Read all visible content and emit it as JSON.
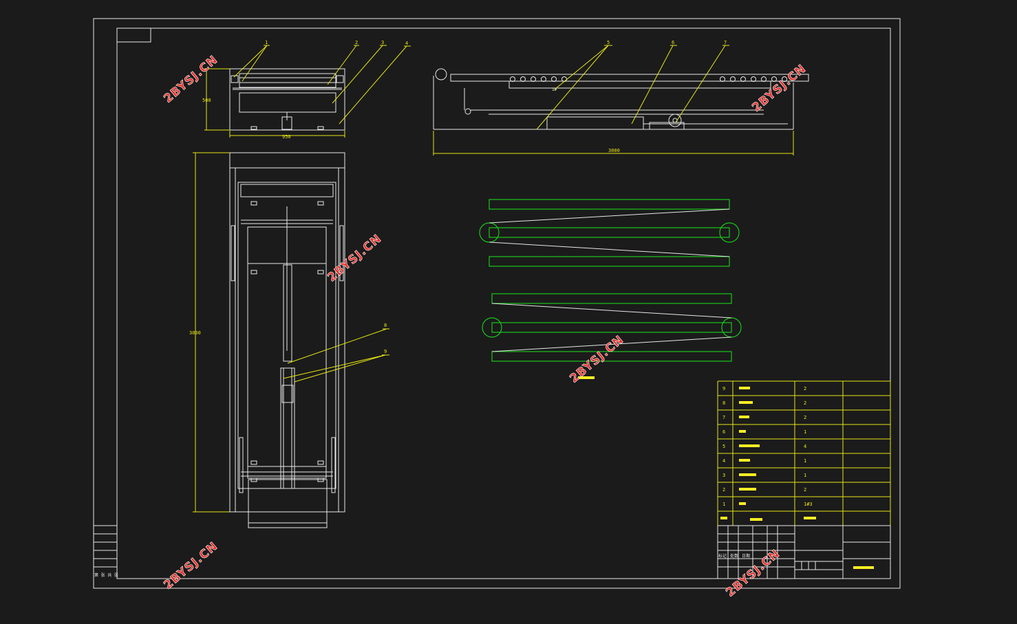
{
  "drawing": {
    "dims": {
      "top_width": "950",
      "top_height": "500",
      "side_length": "3000",
      "plan_length": "3000"
    },
    "callouts_top": [
      "1",
      "2",
      "3",
      "4"
    ],
    "callouts_side": [
      "5",
      "6",
      "7"
    ],
    "callouts_plan": [
      "8",
      "9"
    ],
    "side_label": "1#",
    "frame_note": "第 张 共 张"
  },
  "watermark": "2BYSJ.CN",
  "parts_list": {
    "rows": [
      {
        "no": "9",
        "qty": "2"
      },
      {
        "no": "8",
        "qty": "2"
      },
      {
        "no": "7",
        "qty": "2"
      },
      {
        "no": "6",
        "qty": "1"
      },
      {
        "no": "5",
        "qty": "4"
      },
      {
        "no": "4",
        "qty": "1"
      },
      {
        "no": "3",
        "qty": "1"
      },
      {
        "no": "2",
        "qty": "2"
      },
      {
        "no": "1",
        "qty": "1#3"
      }
    ]
  },
  "title_block": {
    "c1": "标记",
    "c2": "处数",
    "c3": "日期"
  }
}
